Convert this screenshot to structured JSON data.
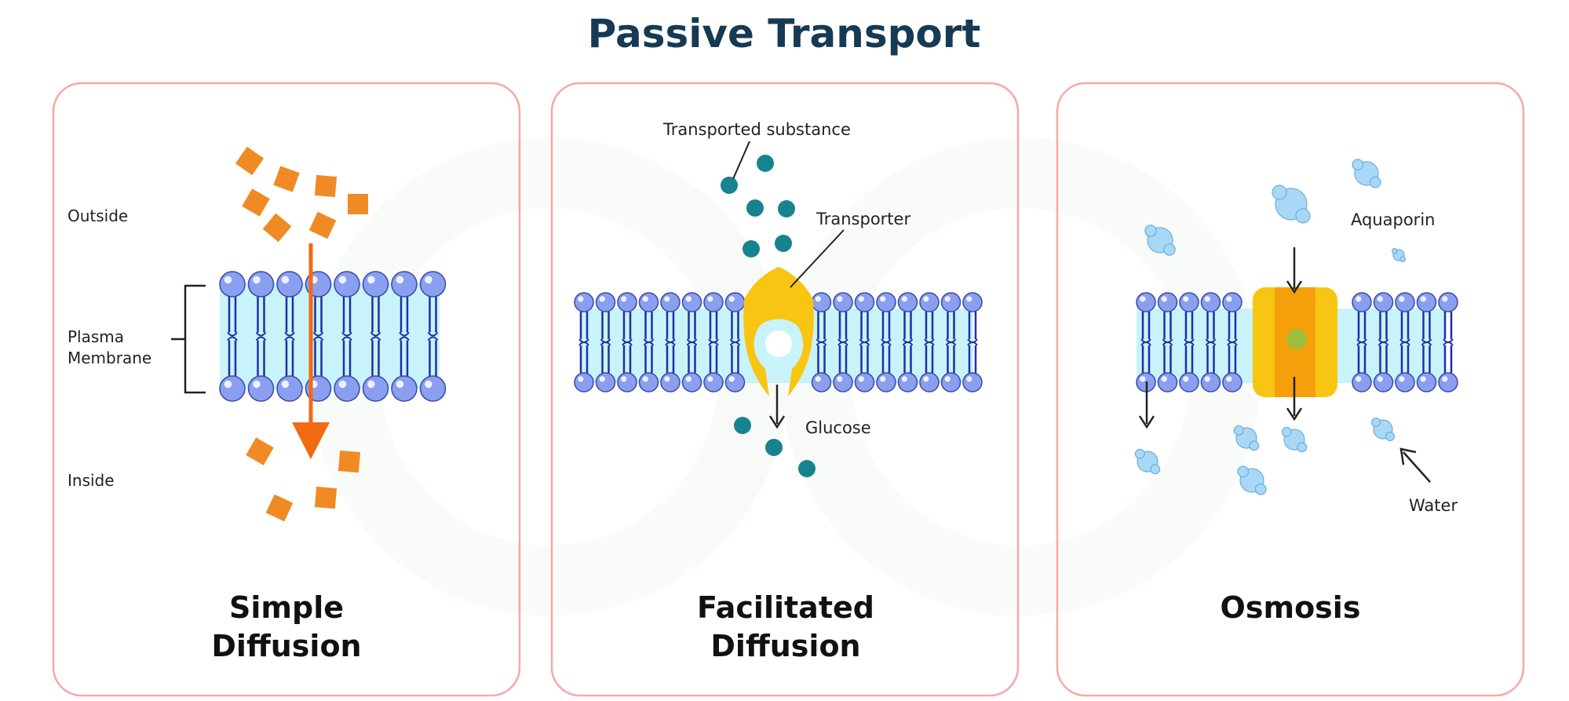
{
  "title": "Passive Transport",
  "panels": [
    {
      "title_line1": "Simple",
      "title_line2": "Diffusion",
      "labels": {
        "outside": "Outside",
        "membrane_line1": "Plasma",
        "membrane_line2": "Membrane",
        "inside": "Inside"
      }
    },
    {
      "title_line1": "Facilitated",
      "title_line2": "Diffusion",
      "labels": {
        "substance": "Transported substance",
        "transporter": "Transporter",
        "glucose": "Glucose"
      }
    },
    {
      "title_line1": "Osmosis",
      "title_line2": "",
      "labels": {
        "aquaporin": "Aquaporin",
        "water": "Water"
      }
    }
  ],
  "colors": {
    "title": "#163a54",
    "panel_border": "#f4a9a6",
    "phospholipid_head": "#8a9ff0",
    "phospholipid_tail": "#1f2fa8",
    "membrane_fill": "#c9f3fb",
    "particle_orange": "#f08a24",
    "arrow_orange": "#f26a12",
    "glucose_teal": "#17838f",
    "transporter_yellow": "#f9c513",
    "aquaporin_orange": "#f59f0a",
    "water_blue": "#a8d8f5"
  }
}
